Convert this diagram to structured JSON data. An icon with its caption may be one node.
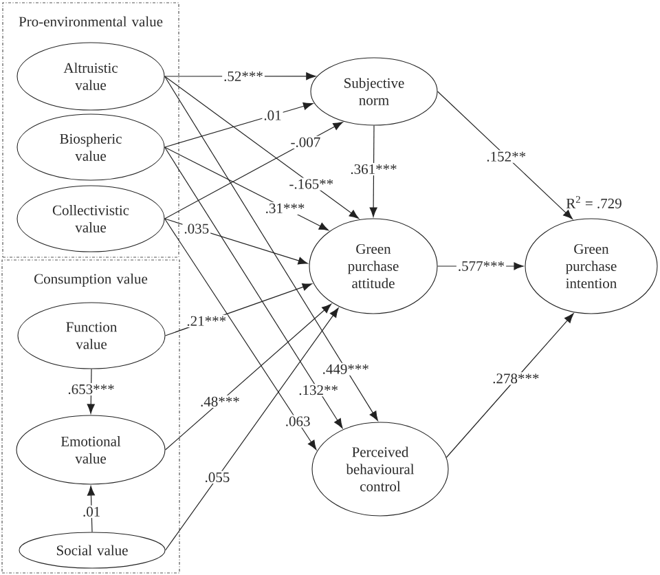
{
  "diagram": {
    "nodes": [
      {
        "text": [
          "Pro-environmental value"
        ]
      },
      {
        "text": [
          "Altruistic value"
        ],
        "in": 0
      },
      {
        "text": [
          "Biospheric value"
        ],
        "in": 0
      },
      {
        "text": [
          "Collectivistic value"
        ],
        "in": 0
      },
      {
        "text": [
          "Consumption value"
        ]
      },
      {
        "text": [
          "Function value"
        ],
        "in": 4
      },
      {
        "text": [
          "Emotional value"
        ],
        "in": 4
      },
      {
        "text": [
          "Social value"
        ],
        "in": 4
      },
      {
        "text": [
          "Subjective norm"
        ]
      },
      {
        "text": [
          "Green purchase attitude"
        ]
      },
      {
        "text": [
          "Green purchase intention"
        ],
        "beside": [
          "R$^{2}$ = .729"
        ]
      },
      {
        "text": [
          "Perceived behavioural control"
        ]
      }
    ],
    "edges": [
      {
        "from": 1,
        "to": 8,
        "arrow": "to",
        "label": ".52***"
      },
      {
        "from": 2,
        "to": 8,
        "arrow": "to",
        "label": ".01"
      },
      {
        "from": 3,
        "to": 8,
        "arrow": "to",
        "label": "-.007"
      },
      {
        "from": 1,
        "to": 9,
        "arrow": "to",
        "label": "-.165**"
      },
      {
        "from": 2,
        "to": 9,
        "arrow": "to",
        "label": ".31***"
      },
      {
        "from": 3,
        "to": 9,
        "arrow": "to",
        "label": ".035"
      },
      {
        "from": 1,
        "to": 11,
        "arrow": "to",
        "label": ".449***"
      },
      {
        "from": 2,
        "to": 11,
        "arrow": "to",
        "label": ".132**"
      },
      {
        "from": 3,
        "to": 11,
        "arrow": "to",
        "label": ".063"
      },
      {
        "from": 5,
        "to": 9,
        "arrow": "to",
        "label": ".21***"
      },
      {
        "from": 6,
        "to": 9,
        "arrow": "to",
        "label": ".48***"
      },
      {
        "from": 7,
        "to": 9,
        "arrow": "to",
        "label": ".055"
      },
      {
        "from": 5,
        "to": 6,
        "arrow": "to",
        "label": ".653***"
      },
      {
        "from": 7,
        "to": 6,
        "arrow": "to",
        "label": ".01"
      },
      {
        "from": 8,
        "to": 9,
        "arrow": "to",
        "label": ".361***"
      },
      {
        "from": 8,
        "to": 10,
        "arrow": "to",
        "label": ".152**"
      },
      {
        "from": 9,
        "to": 10,
        "arrow": "to",
        "label": ".577***"
      },
      {
        "from": 11,
        "to": 10,
        "arrow": "to",
        "label": ".278***"
      }
    ]
  }
}
